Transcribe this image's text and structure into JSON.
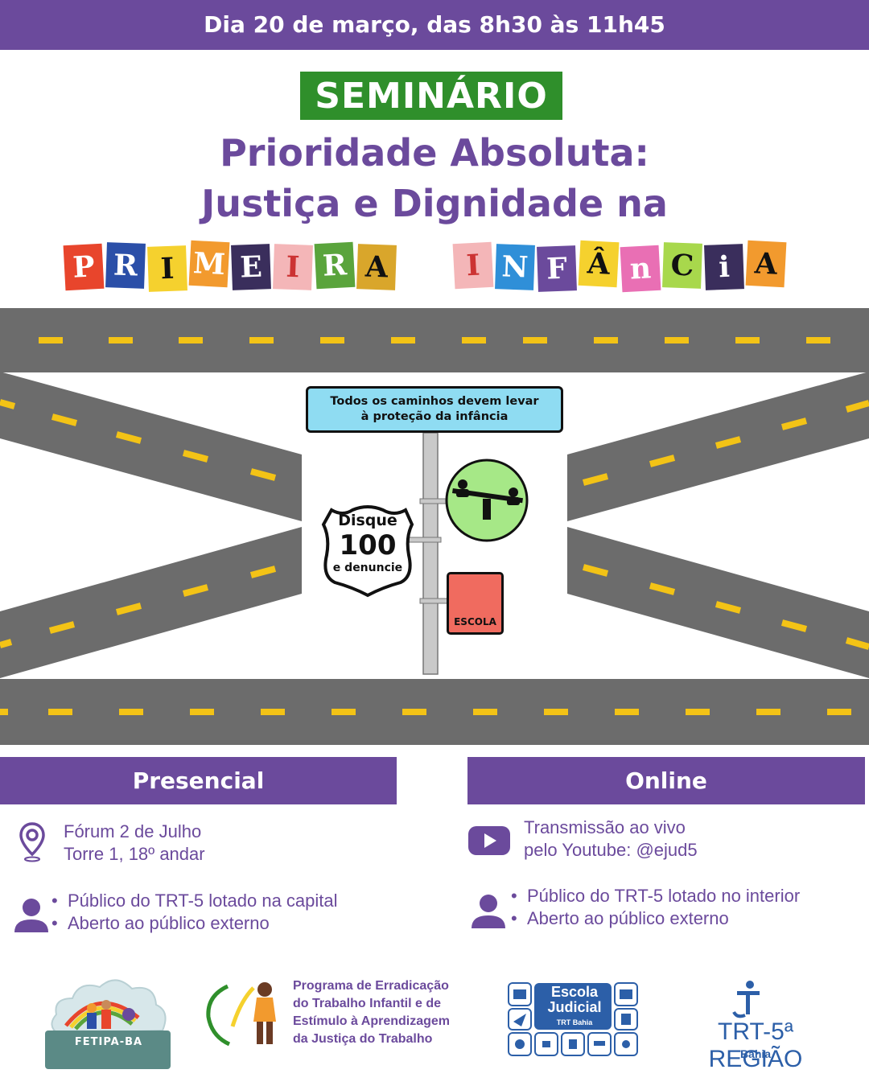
{
  "header": {
    "date_text": "Dia 20 de março, das 8h30 às 11h45"
  },
  "title": {
    "badge": "SEMINÁRIO",
    "line1": "Prioridade Absoluta:",
    "line2": "Justiça e Dignidade na",
    "ransom_word1": [
      "P",
      "R",
      "I",
      "M",
      "E",
      "I",
      "R",
      "A"
    ],
    "ransom_word2": [
      "I",
      "N",
      "F",
      "Â",
      "n",
      "C",
      "i",
      "A"
    ]
  },
  "road_sign": {
    "main_line1": "Todos os caminhos devem levar",
    "main_line2": "à proteção da infância",
    "disque_top": "Disque",
    "disque_number": "100",
    "disque_bottom": "e denuncie",
    "school_label": "ESCOLA"
  },
  "presencial": {
    "heading": "Presencial",
    "location_line1": "Fórum 2 de Julho",
    "location_line2": "Torre 1, 18º andar",
    "audience": [
      "Público do TRT-5 lotado na capital",
      "Aberto ao público externo"
    ]
  },
  "online": {
    "heading": "Online",
    "stream_line1": "Transmissão ao vivo",
    "stream_line2": "pelo Youtube: @ejud5",
    "audience": [
      "Público do TRT-5 lotado no interior",
      "Aberto ao público externo"
    ]
  },
  "footer": {
    "fetipa_label": "FETIPA-BA",
    "program_lines": [
      "Programa de Erradicação",
      "do Trabalho Infantil e de",
      "Estímulo à Aprendizagem",
      "da Justiça do Trabalho"
    ],
    "escola_title_1": "Escola",
    "escola_title_2": "Judicial",
    "escola_sub": "TRT Bahia",
    "trt_label": "TRT-5ª REGIÃO",
    "trt_sub": "Bahia"
  },
  "colors": {
    "purple": "#6b4a9c",
    "green": "#2f8f2b",
    "road": "#6c6c6c",
    "road_line": "#f3c316"
  }
}
